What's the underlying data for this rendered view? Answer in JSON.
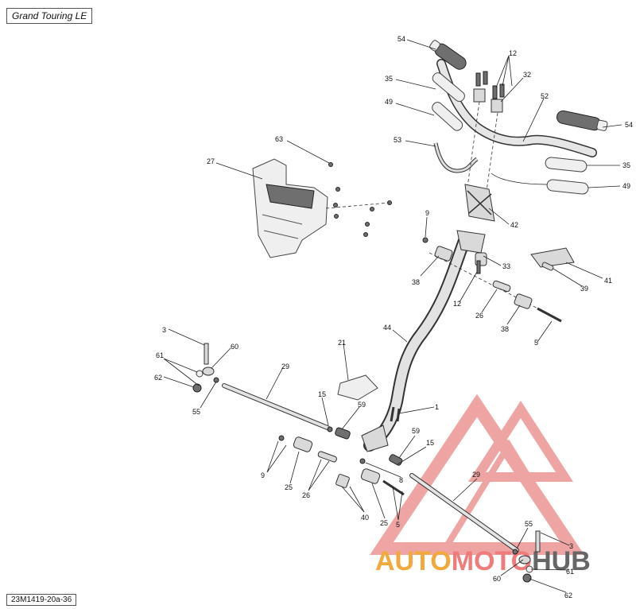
{
  "header": {
    "model": "Grand Touring LE"
  },
  "footer": {
    "code": "23M1419-20a-36"
  },
  "watermark": {
    "text_a": "AUTO",
    "text_b": "MOTO",
    "text_c": "HUB",
    "color_a": "#f2a83a",
    "color_b": "#f07b7b",
    "color_c": "#666666"
  },
  "callouts": [
    {
      "id": "c54a",
      "label": "54"
    },
    {
      "id": "c54b",
      "label": "54"
    },
    {
      "id": "c12a",
      "label": "12"
    },
    {
      "id": "c32",
      "label": "32"
    },
    {
      "id": "c35a",
      "label": "35"
    },
    {
      "id": "c35b",
      "label": "35"
    },
    {
      "id": "c49a",
      "label": "49"
    },
    {
      "id": "c49b",
      "label": "49"
    },
    {
      "id": "c52",
      "label": "52"
    },
    {
      "id": "c53",
      "label": "53"
    },
    {
      "id": "c63",
      "label": "63"
    },
    {
      "id": "c27",
      "label": "27"
    },
    {
      "id": "c42",
      "label": "42"
    },
    {
      "id": "c9a",
      "label": "9"
    },
    {
      "id": "c33",
      "label": "33"
    },
    {
      "id": "c38a",
      "label": "38"
    },
    {
      "id": "c12b",
      "label": "12"
    },
    {
      "id": "c41",
      "label": "41"
    },
    {
      "id": "c39",
      "label": "39"
    },
    {
      "id": "c26a",
      "label": "26"
    },
    {
      "id": "c38b",
      "label": "38"
    },
    {
      "id": "c5a",
      "label": "5"
    },
    {
      "id": "c44",
      "label": "44"
    },
    {
      "id": "c3a",
      "label": "3"
    },
    {
      "id": "c61a",
      "label": "61"
    },
    {
      "id": "c60a",
      "label": "60"
    },
    {
      "id": "c62a",
      "label": "62"
    },
    {
      "id": "c55a",
      "label": "55"
    },
    {
      "id": "c21",
      "label": "21"
    },
    {
      "id": "c29a",
      "label": "29"
    },
    {
      "id": "c15a",
      "label": "15"
    },
    {
      "id": "c59a",
      "label": "59"
    },
    {
      "id": "c1",
      "label": "1"
    },
    {
      "id": "c9b",
      "label": "9"
    },
    {
      "id": "c25a",
      "label": "25"
    },
    {
      "id": "c26b",
      "label": "26"
    },
    {
      "id": "c59b",
      "label": "59"
    },
    {
      "id": "c15b",
      "label": "15"
    },
    {
      "id": "c8",
      "label": "8"
    },
    {
      "id": "c40",
      "label": "40"
    },
    {
      "id": "c25b",
      "label": "25"
    },
    {
      "id": "c5b",
      "label": "5"
    },
    {
      "id": "c29b",
      "label": "29"
    },
    {
      "id": "c55b",
      "label": "55"
    },
    {
      "id": "c3b",
      "label": "3"
    },
    {
      "id": "c61b",
      "label": "61"
    },
    {
      "id": "c60b",
      "label": "60"
    },
    {
      "id": "c62b",
      "label": "62"
    }
  ]
}
